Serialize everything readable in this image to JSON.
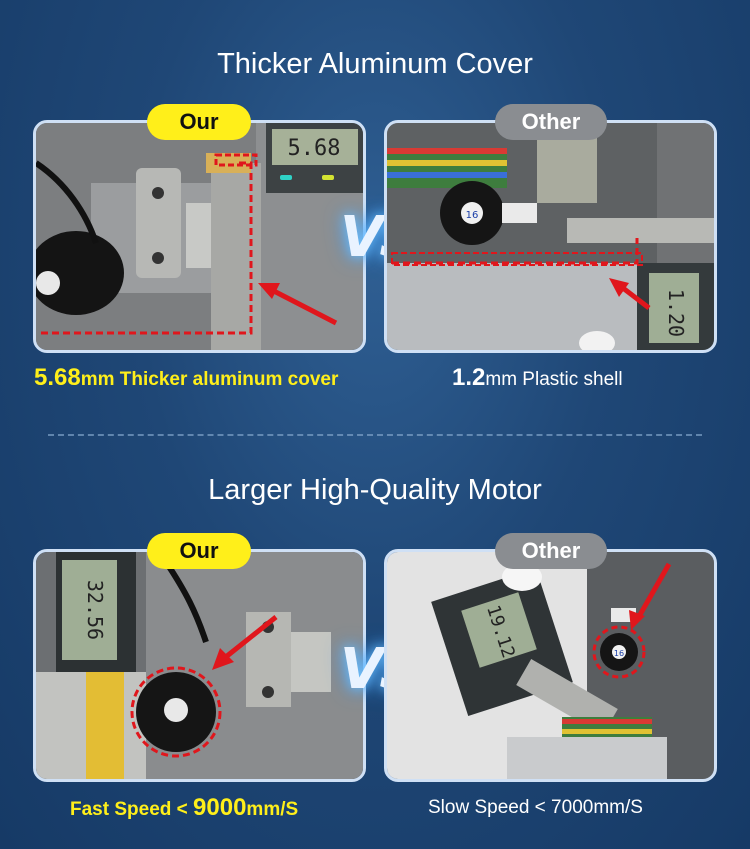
{
  "section1": {
    "title": "Thicker Aluminum Cover",
    "left_badge": "Our",
    "right_badge": "Other",
    "vs": "VS",
    "left_reading": "5.68",
    "right_reading": "1.20",
    "left_caption_value": "5.68",
    "left_caption_text": "mm Thicker aluminum cover",
    "right_caption_value": "1.2",
    "right_caption_text": "mm Plastic shell",
    "chip_label": "16"
  },
  "section2": {
    "title": "Larger High-Quality Motor",
    "left_badge": "Our",
    "right_badge": "Other",
    "vs": "VS",
    "left_reading": "32.56",
    "right_reading": "19.12",
    "left_caption_prefix": "Fast Speed < ",
    "left_caption_value": "9000",
    "left_caption_unit": "mm/S",
    "right_caption": "Slow Speed < 7000mm/S",
    "chip_label": "16"
  },
  "colors": {
    "accent_yellow": "#ffef1a",
    "badge_gray": "#8a8d91",
    "highlight_red": "#e0161c",
    "background": "#1f4776"
  }
}
